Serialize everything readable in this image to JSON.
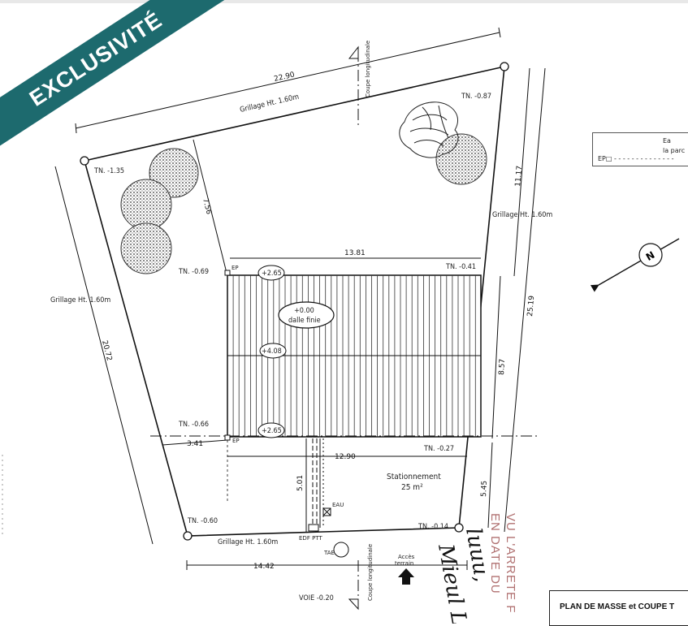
{
  "banner": {
    "text": "EXCLUSIVITÉ",
    "color": "#1d6a6e"
  },
  "dimensions": {
    "top": "22.90",
    "right_upper": "11.17",
    "right_total": "25.19",
    "left": "20.72",
    "left_inner": "7.56",
    "house_width": "13.81",
    "house_depth": "8.57",
    "setback_left": "3.41",
    "parking_width": "12.90",
    "parking_depth": "5.01",
    "parking_right": "5.45",
    "bottom": "14.42"
  },
  "levels": {
    "tn_top_left": "TN. -1.35",
    "tn_top_right": "TN. -0.87",
    "tn_house_nw": "TN. -0.69",
    "tn_house_ne": "TN. -0.41",
    "tn_house_sw": "TN. -0.66",
    "tn_house_se": "TN. -0.27",
    "tn_bottom_left": "TN. -0.60",
    "tn_bottom_right": "TN. -0.14",
    "roof_north": "+2.65",
    "roof_ridge": "+4.08",
    "roof_south": "+2.65",
    "slab_level": "+0.00",
    "slab_label": "dalle finie",
    "road_level": "VOIE -0.20"
  },
  "labels": {
    "fence_top": "Grillage Ht. 1.60m",
    "fence_left": "Grillage Ht. 1.60m",
    "fence_right": "Grillage Ht. 1.60m",
    "fence_bottom": "Grillage Ht. 1.60m",
    "parking_title": "Stationnement",
    "parking_area": "25 m²",
    "ep_1": "EP",
    "ep_2": "EP",
    "eau": "EAU",
    "edf_ptt": "EDF PTT",
    "tae": "TAE",
    "access_line1": "Accès",
    "access_line2": "terrain",
    "section_top": "Coupe longitudinale",
    "section_bottom": "Coupe longitudinale"
  },
  "legend": {
    "line1": "Ea",
    "line2": "la parc",
    "line3": "EP"
  },
  "stamp": {
    "line1": "VU L'ARRETE F",
    "line2": "EN DATE DU"
  },
  "handwriting": {
    "line1": "luuu,",
    "line2": "Mieul L"
  },
  "title_block": {
    "text": "PLAN DE MASSE et COUPE T"
  },
  "north_symbol": {
    "letter": "N"
  }
}
